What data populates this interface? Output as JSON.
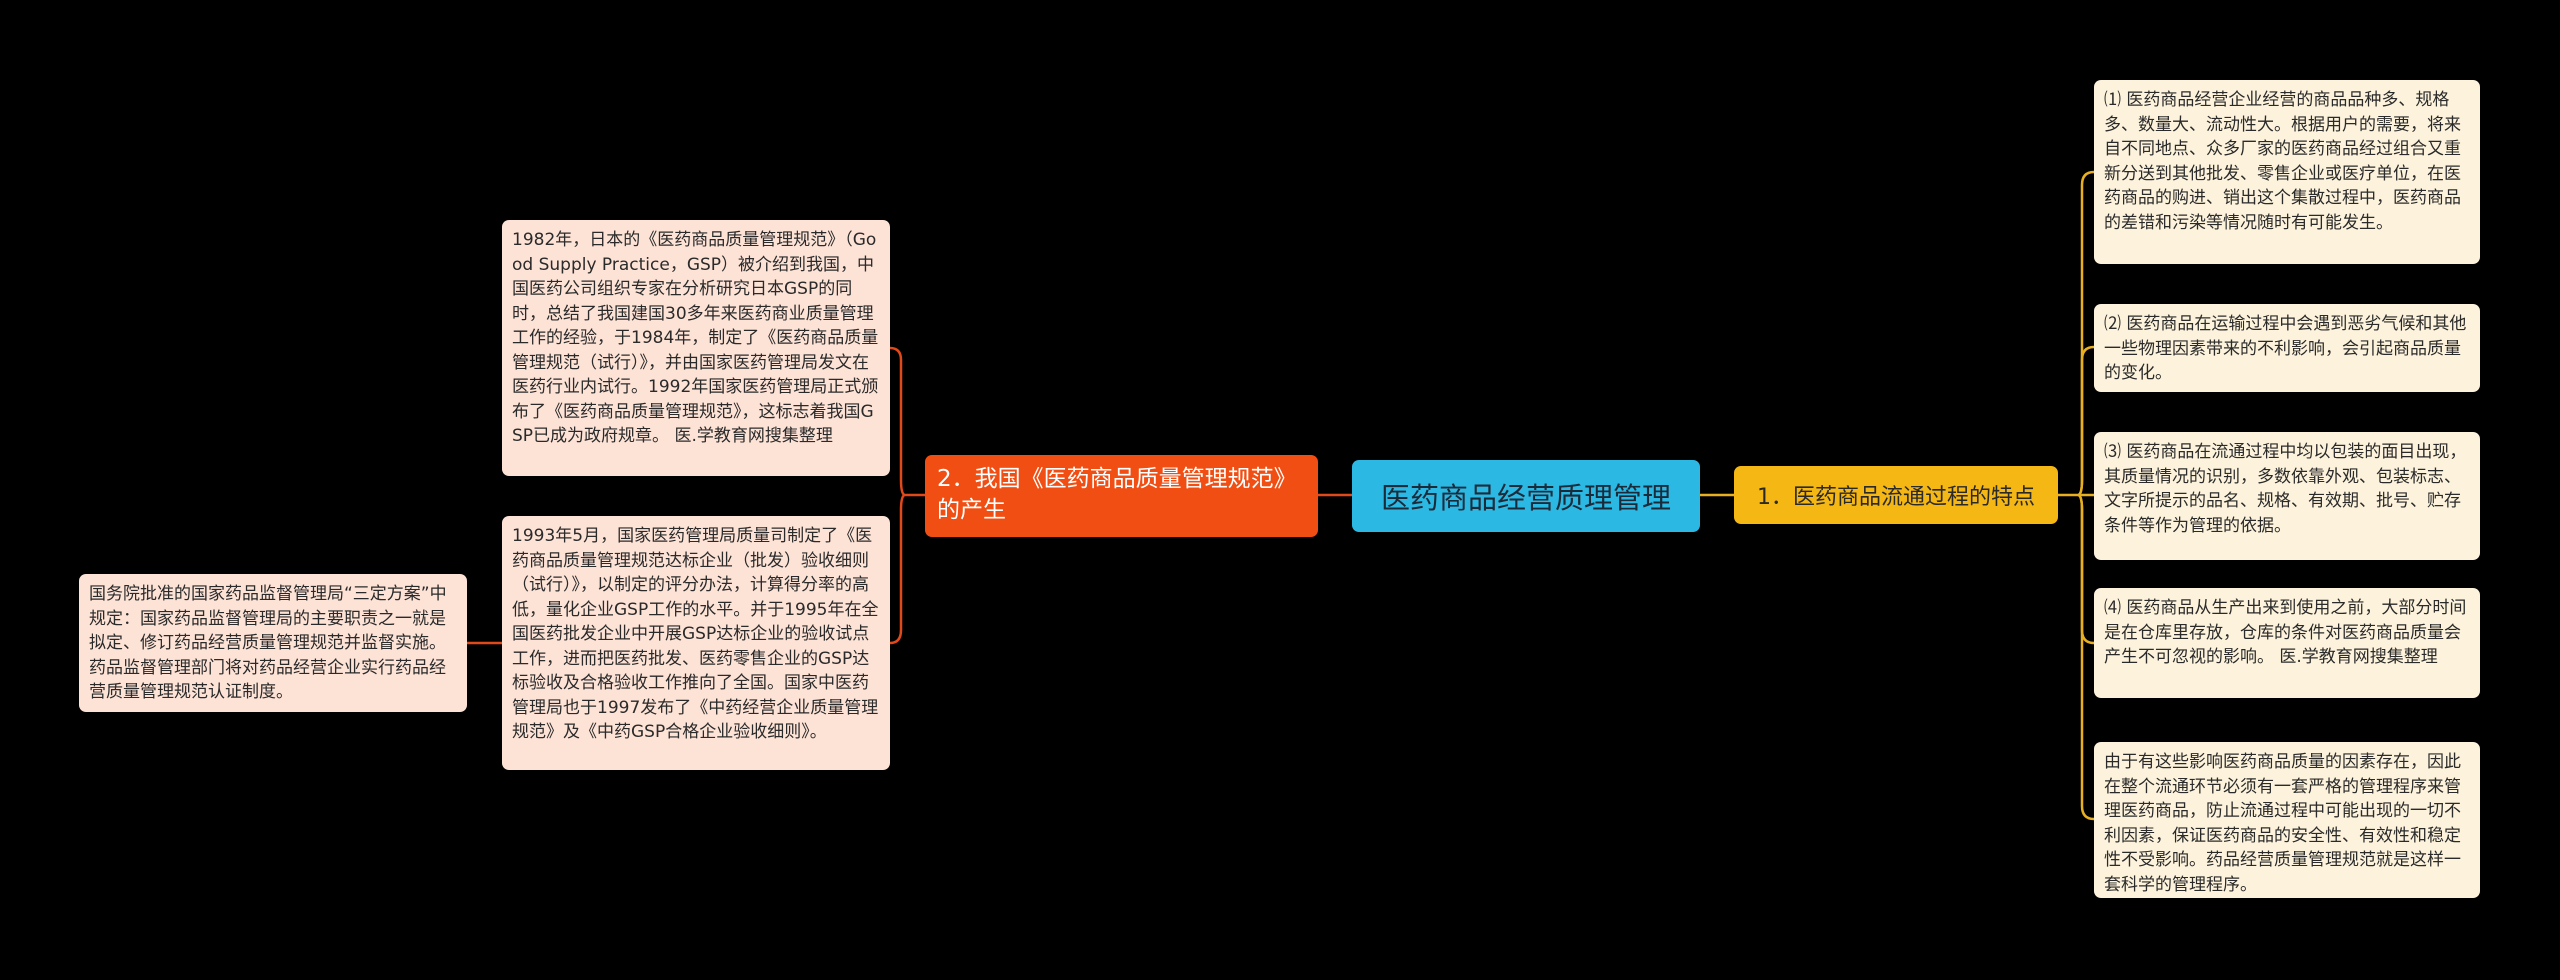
{
  "colors": {
    "background": "#000000",
    "root": "#2bb9e4",
    "branch_left": "#f04e12",
    "branch_right": "#f5b713",
    "leaf_right": "#fdf3dc",
    "leaf_left": "#fde2d6",
    "line_left": "#e0491a",
    "line_right": "#e8b020"
  },
  "root": {
    "label": "医药商品经营质理管理"
  },
  "right_branch": {
    "label": "1．医药商品流通过程的特点",
    "items": [
      "⑴ 医药商品经营企业经营的商品品种多、规格多、数量大、流动性大。根据用户的需要，将来自不同地点、众多厂家的医药商品经过组合又重新分送到其他批发、零售企业或医疗单位，在医药商品的购进、销出这个集散过程中，医药商品的差错和污染等情况随时有可能发生。",
      "⑵ 医药商品在运输过程中会遇到恶劣气候和其他一些物理因素带来的不利影响，会引起商品质量的变化。",
      "⑶ 医药商品在流通过程中均以包装的面目出现，其质量情况的识别，多数依靠外观、包装标志、文字所提示的品名、规格、有效期、批号、贮存条件等作为管理的依据。",
      "⑷ 医药商品从生产出来到使用之前，大部分时间是在仓库里存放，仓库的条件对医药商品质量会产生不可忽视的影响。 医.学教育网搜集整理",
      "由于有这些影响医药商品质量的因素存在，因此在整个流通环节必须有一套严格的管理程序来管理医药商品，防止流通过程中可能出现的一切不利因素，保证医药商品的安全性、有效性和稳定性不受影响。药品经营质量管理规范就是这样一套科学的管理程序。"
    ]
  },
  "left_branch": {
    "label": "2．我国《医药商品质量管理规范》的产生",
    "items": [
      "1982年，日本的《医药商品质量管理规范》（Good Supply Practice，GSP）被介绍到我国，中国医药公司组织专家在分析研究日本GSP的同时，总结了我国建国30多年来医药商业质量管理工作的经验，于1984年，制定了《医药商品质量管理规范（试行）》，并由国家医药管理局发文在医药行业内试行。1992年国家医药管理局正式颁布了《医药商品质量管理规范》，这标志着我国GSP已成为政府规章。 医.学教育网搜集整理",
      "1993年5月，国家医药管理局质量司制定了《医药商品质量管理规范达标企业（批发）验收细则（试行）》，以制定的评分办法，计算得分率的高低，量化企业GSP工作的水平。并于1995年在全国医药批发企业中开展GSP达标企业的验收试点工作，进而把医药批发、医药零售企业的GSP达标验收及合格验收工作推向了全国。国家中医药管理局也于1997发布了《中药经营企业质量管理规范》及《中药GSP合格企业验收细则》。"
    ],
    "sub_item": "国务院批准的国家药品监督管理局“三定方案”中规定：国家药品监督管理局的主要职责之一就是拟定、修订药品经营质量管理规范并监督实施。药品监督管理部门将对药品经营企业实行药品经营质量管理规范认证制度。"
  }
}
